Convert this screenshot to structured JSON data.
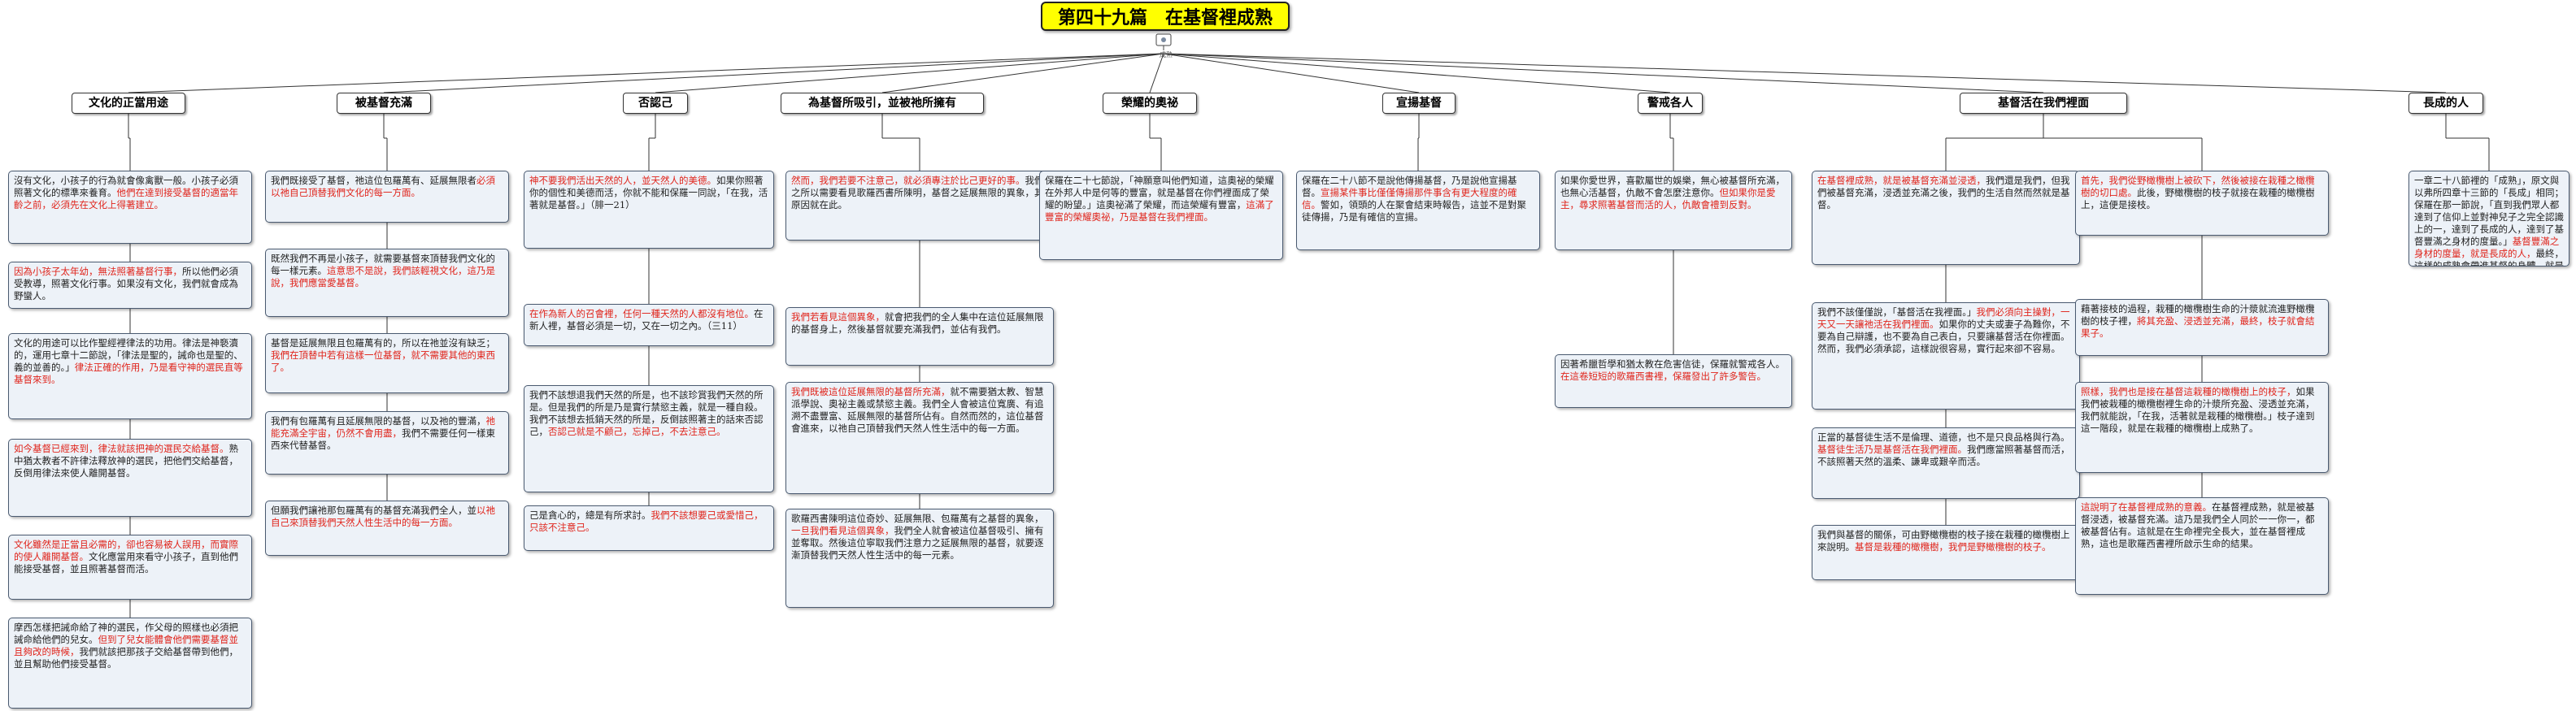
{
  "title": "第四十九篇　在基督裡成熟",
  "hub_label": "成熟",
  "headers": [
    "文化的正當用途",
    "被基督充滿",
    "否認己",
    "為基督所吸引，並被祂所擁有",
    "榮耀的奧祕",
    "宣揚基督",
    "警戒各人",
    "基督活在我們裡面",
    "長成的人"
  ],
  "boxes": [
    [
      {
        "t": "沒有文化，小孩子的行為就會像禽獸一般。小孩子必須照著文化的標準來養育。",
        "r": "他們在達到接受基督的適當年齡之前，必須先在文化上得著建立。"
      }
    ],
    [
      {
        "r": "因為小孩子太年幼，無法照著基督行事，",
        "t": "所以他們必須受教導，照著文化行事。如果沒有文化，我們就會成為野蠻人。"
      }
    ],
    [
      {
        "t": "文化的用途可以比作聖經裡律法的功用。律法是神褻瀆的，運用七章十二節說，「律法是聖的，誡命也是聖的、義的並善的。」",
        "r": "律法正確的作用，乃是看守神的選民直等基督來到。"
      }
    ],
    [
      {
        "r": "如今基督已經來到，律法就該把神的選民交給基督。",
        "t": "熟中猶太教者不許律法釋放神的選民，把他們交給基督，反倒用律法來使人離開基督。"
      }
    ],
    [
      {
        "r": "文化雖然是正當且必需的，卻也容易被人誤用，而實際的使人離開基督。",
        "t": "文化應當用來看守小孩子，直到他們能接受基督，並且照著基督而活。"
      }
    ],
    [
      {
        "t": "摩西怎樣把誡命給了神的選民，作父母的照樣也必須把誡命給他們的兒女。",
        "r": "但到了兒女能體會他們需要基督並且夠改的時候，",
        "t2": "我們就該把那孩子交給基督帶到他們，並且幫助他們接受基督。"
      }
    ],
    [
      {
        "t": "我們既接受了基督，祂這位包羅萬有、延展無限者",
        "r": "必須以祂自己頂替我們文化的每一方面。"
      }
    ],
    [
      {
        "t": "既然我們不再是小孩子，就需要基督來頂替我們文化的每一樣元素。",
        "r": "這意思不是說，我們該輕視文化，這乃是說，我們應當愛基督。"
      }
    ],
    [
      {
        "t": "基督是延展無限且包羅萬有的，所以在祂並沒有缺乏；",
        "r": "我們在頂替中若有這樣一位基督，就不需要其他的東西了。"
      }
    ],
    [
      {
        "t": "我們有包羅萬有且延展無限的基督，以及祂的豐滿，",
        "r": "祂能充滿全宇宙，仍然不會用盡，",
        "t2": "我們不需要任何一樣東西來代替基督。"
      }
    ],
    [
      {
        "t": "但願我們讓祂那包羅萬有的基督充滿我們全人，並",
        "r": "以祂自己來頂替我們天然人性生活中的每一方面。"
      }
    ],
    [
      {
        "r": "神不要我們活出天然的人，並天然人的美德。",
        "t": "如果你照著你的個性和美德而活，你就不能和保羅一同說，「在我，活著就是基督。」（腓一21）"
      }
    ],
    [
      {
        "r": "在作為新人的召會裡，任何一種天然的人都沒有地位。",
        "t": "在新人裡，基督必須是一切，又在一切之內。（三11）"
      }
    ],
    [
      {
        "t": "我們不該想退我們天然的所是，也不該珍賞我們天然的所是。但是我們的所是乃是實行禁慾主義，就是一種自殺。我們不該想去抵銷天然的所是，反倒該照著主的話來否認己，",
        "r": "否認己就是不顧己，忘掉己，不去注意己。"
      }
    ],
    [
      {
        "t": "己是貪心的，總是有所求討。",
        "r": "我們不該想要己或愛惜己，只該不注意己。"
      }
    ],
    [
      {
        "r": "然而，我們若要不注意己，就必須專注於比己更好的事。",
        "t": "我們之所以需要看見歌羅西書所陳明，基督之延展無限的異象，其原因就在此。"
      }
    ],
    [
      {
        "r": "我們若看見這個異象，",
        "t": "就會把我們的全人集中在這位延展無限的基督身上，然後基督就要充滿我們，並佔有我們。"
      }
    ],
    [
      {
        "r": "我們既被這位延展無限的基督所充滿，",
        "t": "就不需要猶太教、智慧派學說、奧祕主義或禁慾主義。我們全人會被這位寬廣、有追溯不盡豐富、延展無限的基督所佔有。自然而然的，這位基督會進來，以祂自己頂替我們天然人性生活中的每一方面。"
      }
    ],
    [
      {
        "t": "歌羅西書陳明這位奇妙、延展無限、包羅萬有之基督的異象，",
        "r": "一旦我們看見這個異象，",
        "t2": "我們全人就會被這位基督吸引、擁有並奪取。然後這位寧取我們注意力之延展無限的基督，就要逐漸頂替我們天然人性生活中的每一元素。"
      }
    ],
    [
      {
        "t": "保羅在二十七節說，「神願意叫他們知道，這奧祕的榮耀在外邦人中是何等的豐富，就是基督在你們裡面成了榮耀的盼望。」這奧祕滿了榮耀，而這榮耀有豐富，",
        "r": "這滿了豐富的榮耀奧祕，乃是基督在我們裡面。"
      }
    ],
    [
      {
        "t": "保羅在二十八節不是說他傳揚基督，乃是說他宣揚基督。",
        "r": "宣揚某件事比僅僅傳揚那件事含有更大程度的確信。",
        "t2": "警如，領頭的人在聚會結束時報告，這並不是對聚徒傳揚，乃是有確信的宣揚。"
      }
    ],
    [
      {
        "t": "如果你愛世界，喜歡屬世的娛樂，無心被基督所充滿，也無心活基督，仇敵不會怎麼注意你。",
        "r": "但如果你是愛主，尋求照著基督而活的人，仇敵會禮到反對。"
      }
    ],
    [
      {
        "t": "因著希臘哲學和猶太教在危害信徒，保羅就警戒各人。",
        "r": "在這卷短短的歌羅西書裡，保羅發出了許多警告。"
      }
    ],
    [
      {
        "r": "在基督裡成熟，就是被基督充滿並浸透，",
        "t": "我們還是我們，但我們被基督充滿，浸透並充滿之後，我們的生活自然而然就是基督。"
      }
    ],
    [
      {
        "t": "我們不該僅僅說，「基督活在我裡面。」",
        "r": "我們必須向主操對，一天又一天讓祂活在我們裡面。",
        "t2": "如果你的丈夫或妻子為難你，不要為自己辯護，也不要為自己表白，只要讓基督活在你裡面。然而，我們必須承認，這樣說很容易，實行起來卻不容易。"
      }
    ],
    [
      {
        "t": "正當的基督徒生活不是倫理、道德，也不是只良品格與行為。",
        "r": "基督徒生活乃是基督活在我們裡面。",
        "t2": "我們應當照著基督而活，不該照著天然的溫柔、謙卑或艱辛而活。"
      }
    ],
    [
      {
        "t": "我們與基督的關係，可由野橄欖樹的枝子接在栽種的橄欖樹上來說明。",
        "r": "基督是栽種的橄欖樹，我們是野橄欖樹的枝子。"
      }
    ],
    [
      {
        "r": "首先，我們從野橄欖樹上被砍下，然後被接在栽種之橄欖樹的切口處。",
        "t": "此後，野橄欖樹的枝子就接在栽種的橄欖樹上，這便是接枝。"
      }
    ],
    [
      {
        "t": "藉著接枝的過程，栽種的橄欖樹生命的汁漿就流進野橄欖樹的枝子裡，",
        "r": "將其充盈、浸透並充滿，最終，枝子就會結果子。"
      }
    ],
    [
      {
        "r": "照樣，我們也是接在基督這栽種的橄欖樹上的枝子，",
        "t": "如果我們被栽種的橄欖樹裡生命的汁漿所充盈、浸透並充滿，我們就能說，「在我，活著就是栽種的橄欖樹。」枝子達到這一階段，就是在栽種的橄欖樹上成熟了。"
      }
    ],
    [
      {
        "r": "這說明了在基督裡成熟的意義。",
        "t": "在基督裡成熟，就是被基督浸透，被基督充滿。這乃是我們全人同於一一你一，都被基督佔有。這就是在生命裡完全長大，並在基督裡成熟，這也是歌羅西書裡所啟示生命的結果。"
      }
    ],
    [
      {
        "t": "一章二十八節裡的「成熟」，原文與以弗所四章十三節的「長成」相同；保羅在那一節說，「直到我們眾人都達到了信仰上並對神兒子之完全認識上的一，達到了長成的人，達到了基督豐滿之身材的度量。」",
        "r": "基督豐滿之身材的度量，就是長成的人，",
        "t2": "最終，這樣的成熟會帶進基督的身體，就是基督團體的彰顯。"
      }
    ]
  ]
}
